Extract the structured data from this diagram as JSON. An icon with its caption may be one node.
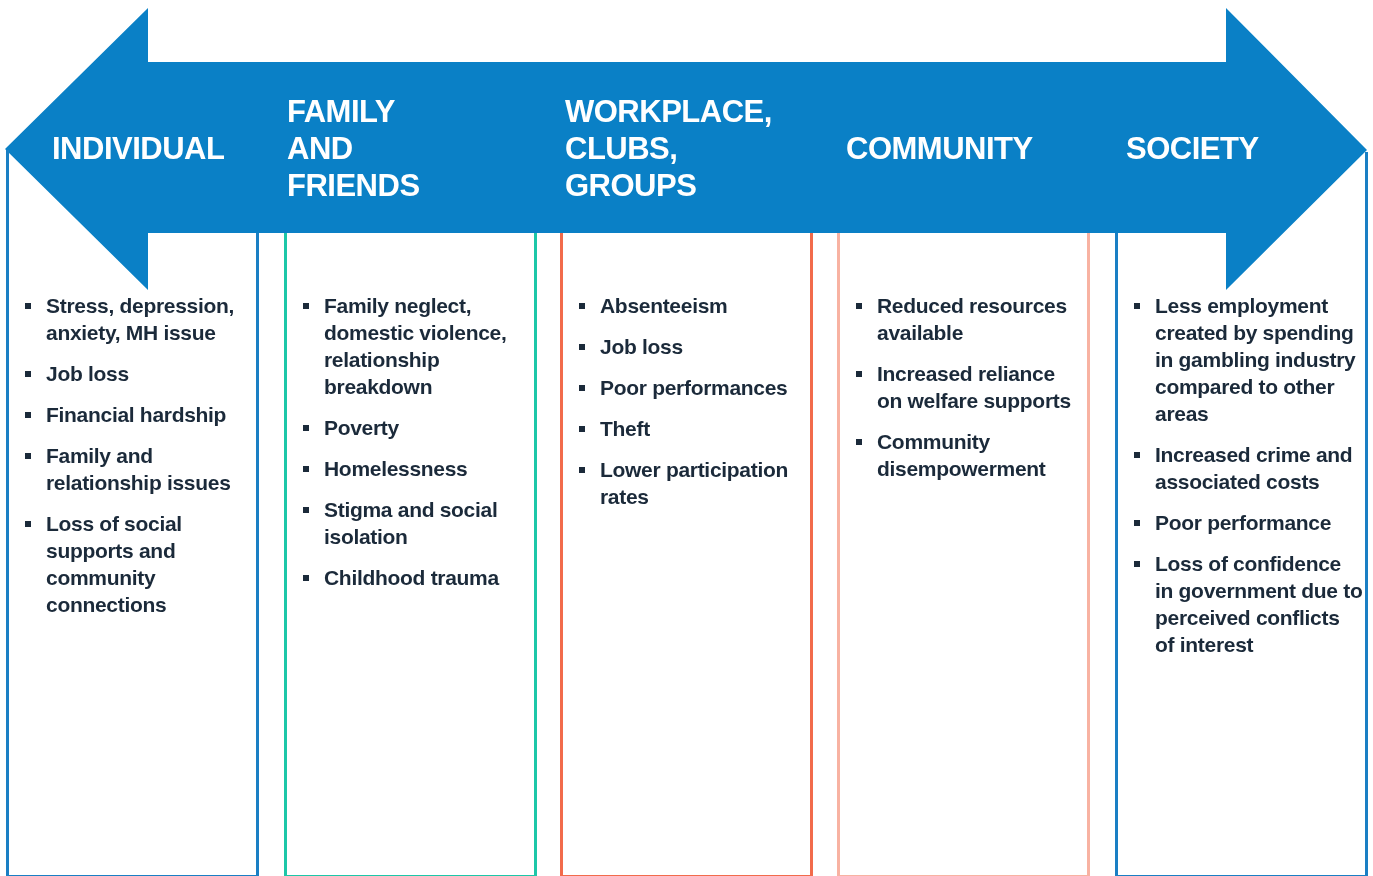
{
  "diagram": {
    "nodes": [
      {
        "text": [
          "INDIVIDUAL",
          "FAMILY AND FRIENDS",
          "WORKPLACE, CLUBS, GROUPS",
          "COMMUNITY",
          "SOCIETY"
        ]
      },
      {
        "text": [
          "Stress, depression, anxiety, MH issue",
          "Job loss",
          "Financial hardship",
          "Family and relationship issues",
          "Loss of social supports and community connections"
        ]
      },
      {
        "text": [
          "Family neglect, domestic violence, relationship breakdown",
          "Poverty",
          "Homelessness",
          "Stigma and social isolation",
          "Childhood trauma"
        ]
      },
      {
        "text": [
          "Absenteeism",
          "Job loss",
          "Poor performances",
          "Theft",
          "Lower participation rates"
        ]
      },
      {
        "text": [
          "Reduced resources available",
          "Increased reliance on welfare supports",
          "Community disempowerment"
        ]
      },
      {
        "text": [
          "Less employment created by spending in gambling industry compared to other areas",
          "Increased crime and associated costs",
          "Poor performance",
          "Loss of confidence in government due to perceived conflicts of interest"
        ]
      }
    ]
  }
}
